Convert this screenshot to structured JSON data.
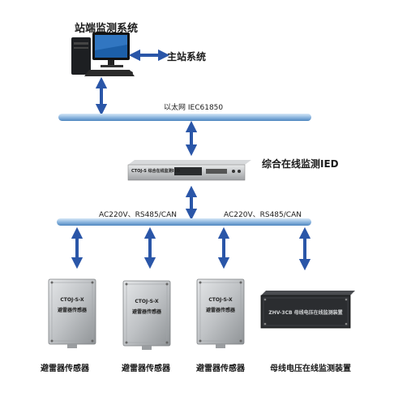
{
  "diagram": {
    "title": "站端监测系统",
    "master_station": "主站系统",
    "ethernet_label": "以太网 IEC61850",
    "ied_label": "综合在线监测IED",
    "ied_panel_text": "CTOJ-S 综合在线监测IED",
    "bus_label_left": "AC220V、RS485/CAN",
    "bus_label_right": "AC220V、RS485/CAN",
    "sensor_code": "CTOJ-S-X",
    "sensor_name": "避雷器传感器",
    "devices": [
      {
        "label": "避雷器传感器"
      },
      {
        "label": "避雷器传感器"
      },
      {
        "label": "避雷器传感器"
      },
      {
        "label": "母线电压在线监测装置"
      }
    ],
    "bus_panel_text": "ZHV-3CB 母线电压在线监测装置",
    "colors": {
      "bus": "#8fb8e0",
      "arrow": "#2a56a8",
      "device_body": "#b9bcbf",
      "rack": "#2b2d30"
    }
  }
}
